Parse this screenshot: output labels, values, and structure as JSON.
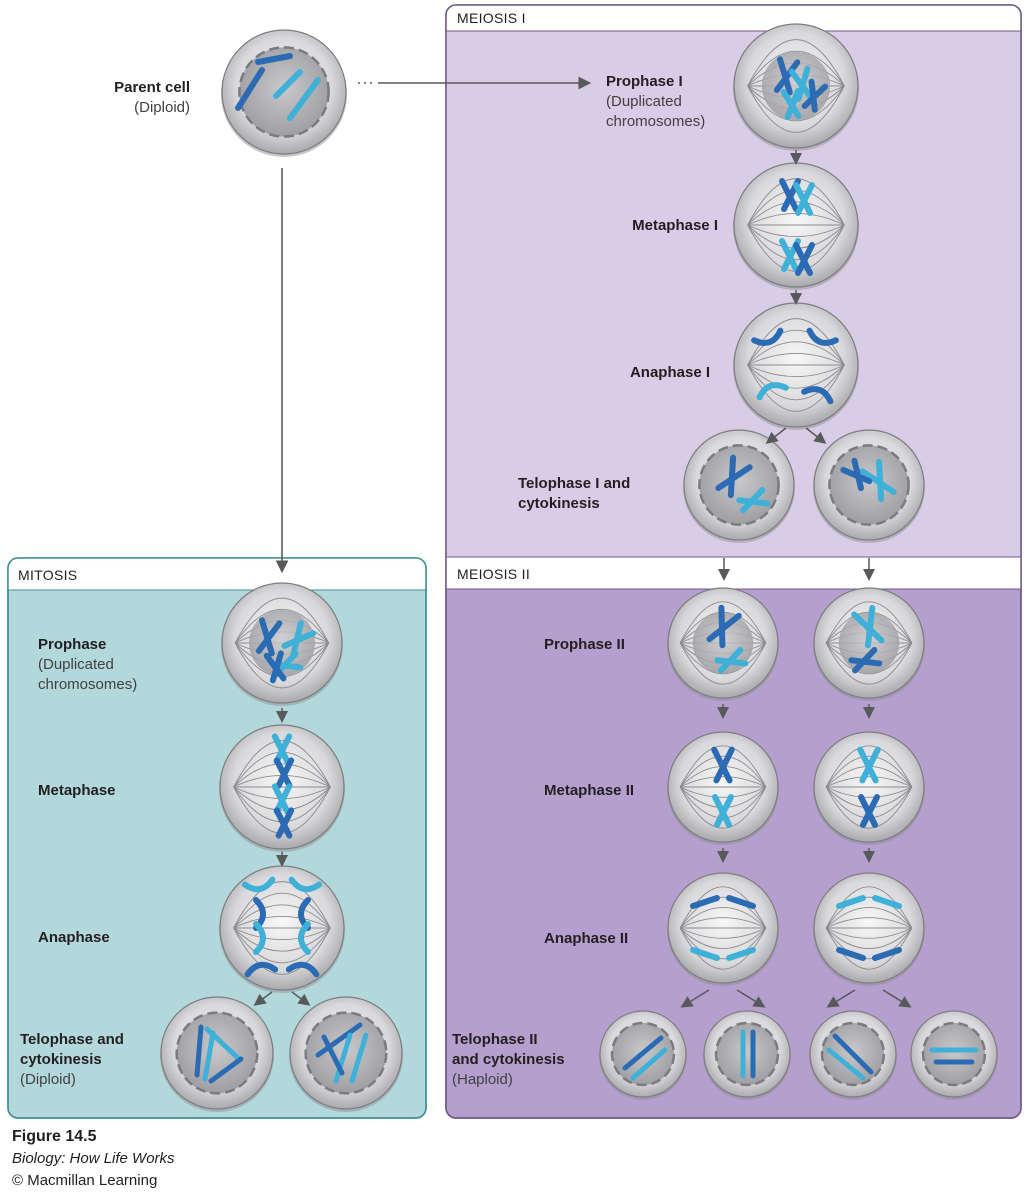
{
  "parent": {
    "name": "Parent cell",
    "ploidy": "(Diploid)"
  },
  "mitosis": {
    "title": "MITOSIS",
    "stages": [
      {
        "name": "Prophase",
        "lines": [
          "(Duplicated",
          "chromosomes)"
        ]
      },
      {
        "name": "Metaphase",
        "lines": []
      },
      {
        "name": "Anaphase",
        "lines": []
      },
      {
        "name": "Telophase and",
        "name2": "cytokinesis",
        "lines": [
          "(Diploid)"
        ]
      }
    ]
  },
  "meiosis1": {
    "title": "MEIOSIS I",
    "stages": [
      {
        "name": "Prophase I",
        "lines": [
          "(Duplicated",
          "chromosomes)"
        ]
      },
      {
        "name": "Metaphase I"
      },
      {
        "name": "Anaphase I"
      },
      {
        "name": "Telophase I and",
        "name2": "cytokinesis"
      }
    ]
  },
  "meiosis2": {
    "title": "MEIOSIS II",
    "stages": [
      {
        "name": "Prophase II"
      },
      {
        "name": "Metaphase II"
      },
      {
        "name": "Anaphase II"
      },
      {
        "name": "Telophase II",
        "name2": "and cytokinesis",
        "lines": [
          "(Haploid)"
        ]
      }
    ]
  },
  "caption": {
    "figure": "Figure 14.5",
    "book": "Biology: How Life Works",
    "publisher": "© Macmillan Learning"
  },
  "colors": {
    "mitosis_panel": "#b2d8dc",
    "mitosis_border": "#3f8f93",
    "meiosis1_panel": "#d9cce6",
    "meiosis2_panel": "#b59fce",
    "meiosis_border": "#6d5a8a",
    "chromosome_dark": "#2b6bb3",
    "chromosome_light": "#3fb0d8",
    "cell_fill": "#d4d4d6",
    "arrow": "#58595b"
  }
}
